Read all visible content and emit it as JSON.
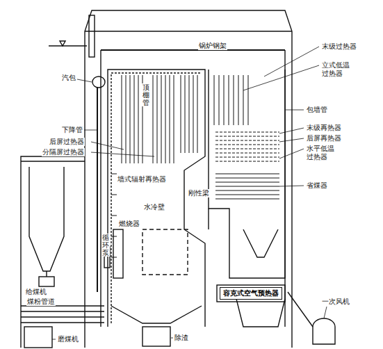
{
  "diagram": {
    "nodes": [
      {
        "text": [
          "容克式空气预热器"
        ]
      }
    ],
    "labels": [
      "锅炉钢架",
      "汽包",
      "顶棚管",
      "下降管",
      "后屏过热器",
      "分隔屏过热器",
      "墙式辐射再热器",
      "水冷壁",
      "燃烧器",
      "循环泵",
      "给煤机",
      "煤粉管道",
      "磨煤机",
      "除渣",
      "刚性梁",
      "末级过热器",
      "立式低温过热器",
      "包墙管",
      "末级再热器",
      "后屏再热器",
      "水平低温过热器",
      "省煤器",
      "一次风机"
    ]
  }
}
